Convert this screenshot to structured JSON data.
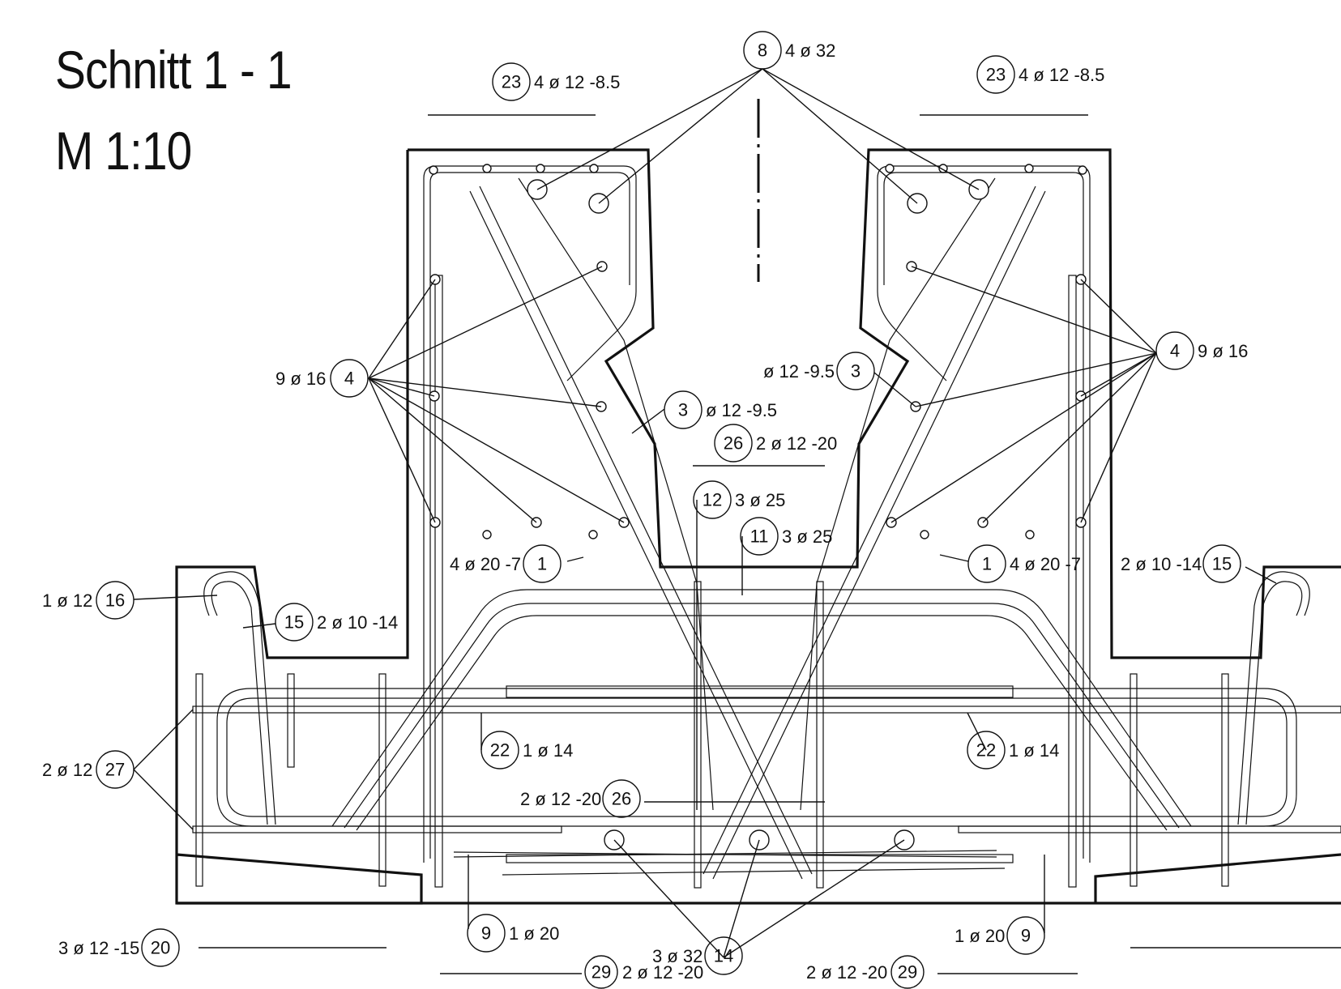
{
  "section": {
    "title": "Schnitt 1 - 1",
    "scale": "M 1:10"
  },
  "markers": [
    {
      "id": "m8",
      "num": "8",
      "text": "4 ø 32"
    },
    {
      "id": "m23L",
      "num": "23",
      "text": "4 ø 12 -8.5"
    },
    {
      "id": "m23R",
      "num": "23",
      "text": "4 ø 12 -8.5"
    },
    {
      "id": "m4L",
      "num": "4",
      "text": "9 ø 16"
    },
    {
      "id": "m4R",
      "num": "4",
      "text": "9 ø 16"
    },
    {
      "id": "m3L",
      "num": "3",
      "text": "ø 12 -9.5"
    },
    {
      "id": "m3R",
      "num": "3",
      "text": "ø 12 -9.5"
    },
    {
      "id": "m26T",
      "num": "26",
      "text": "2 ø 12 -20"
    },
    {
      "id": "m12",
      "num": "12",
      "text": "3 ø 25"
    },
    {
      "id": "m11",
      "num": "11",
      "text": "3 ø 25"
    },
    {
      "id": "m1L",
      "num": "1",
      "text": "4 ø 20 -7"
    },
    {
      "id": "m1R",
      "num": "1",
      "text": "4 ø 20 -7"
    },
    {
      "id": "m16",
      "num": "16",
      "text": "1 ø 12"
    },
    {
      "id": "m15L",
      "num": "15",
      "text": "2 ø 10 -14"
    },
    {
      "id": "m15R",
      "num": "15",
      "text": "2 ø 10 -14"
    },
    {
      "id": "m27",
      "num": "27",
      "text": "2 ø 12"
    },
    {
      "id": "m22L",
      "num": "22",
      "text": "1 ø 14"
    },
    {
      "id": "m22R",
      "num": "22",
      "text": "1 ø 14"
    },
    {
      "id": "m26B",
      "num": "26",
      "text": "2 ø 12 -20"
    },
    {
      "id": "m9L",
      "num": "9",
      "text": "1 ø 20"
    },
    {
      "id": "m9R",
      "num": "9",
      "text": "1 ø 20"
    },
    {
      "id": "m20",
      "num": "20",
      "text": "3 ø 12 -15"
    },
    {
      "id": "m14",
      "num": "14",
      "text": "3 ø 32"
    },
    {
      "id": "m29L",
      "num": "29",
      "text": "2 ø 12 -20"
    },
    {
      "id": "m29R",
      "num": "29",
      "text": "2 ø 12 -20"
    }
  ]
}
